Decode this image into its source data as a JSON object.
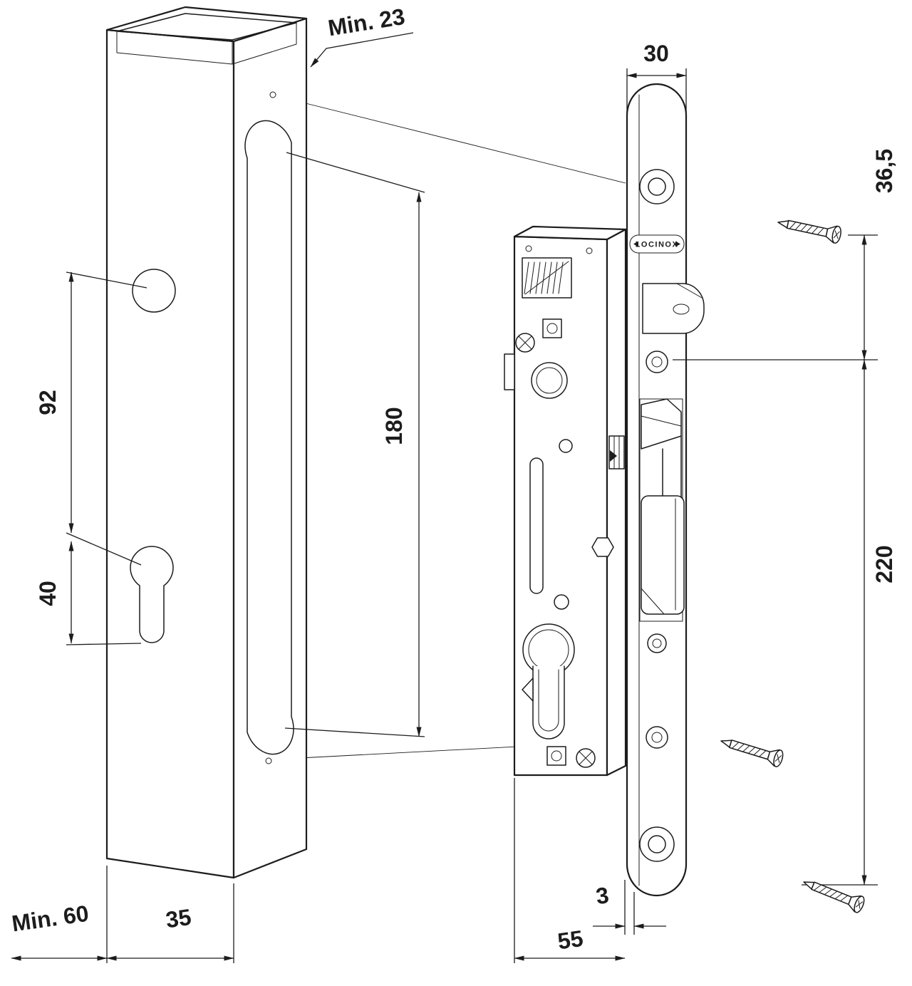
{
  "diagram": {
    "brand": "LOCINOX",
    "dimensions": {
      "min23": "Min. 23",
      "d30": "30",
      "d36_5": "36,5",
      "d92": "92",
      "d40": "40",
      "d180": "180",
      "d220": "220",
      "min60": "Min. 60",
      "d35": "35",
      "d3": "3",
      "d55": "55"
    }
  }
}
